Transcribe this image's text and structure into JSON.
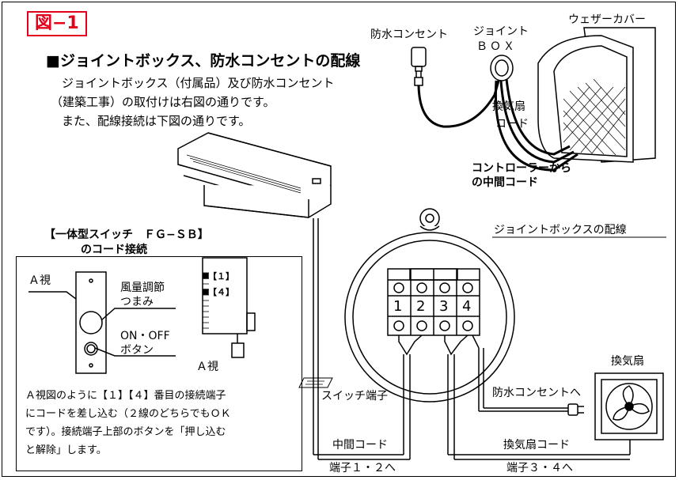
{
  "figure_label": "図−1",
  "heading": "■ジョイントボックス、防水コンセントの配線",
  "intro": {
    "line1": "ジョイントボックス（付属品）及び防水コンセント",
    "line2": "（建築工事）の取付けは右図の通りです。",
    "line3": "また、配線接続は下図の通りです。"
  },
  "top_right": {
    "waterproof_outlet": "防水コンセント",
    "joint_box_line1": "ジョイント",
    "joint_box_line2": "ＢＯＸ",
    "weather_cover": "ウェザーカバー",
    "fan_cord_line1": "換気扇",
    "fan_cord_line2": "コード",
    "controller_cord_line1": "コントローラーから",
    "controller_cord_line2": "の中間コード"
  },
  "switch_section": {
    "title_line1": "【一体型スイッチ　ＦＧ−ＳＢ】",
    "title_line2": "のコード接続",
    "view_a": "Ａ視",
    "air_volume_line1": "風量調節",
    "air_volume_line2": "つまみ",
    "onoff_line1": "ON・OFF",
    "onoff_line2": "ボタン",
    "terminal_1": "【１】",
    "terminal_4": "【４】",
    "view_a_bottom": "Ａ視",
    "note_line1": "Ａ視図のように【１】【４】番目の接続端子",
    "note_line2": "にコードを差し込む（２線のどちらでもＯＫ",
    "note_line3": "です）。接続端子上部のボタンを「押し込む",
    "note_line4": "と解除」します。"
  },
  "joint_box_section": {
    "title": "ジョイントボックスの配線",
    "terminals": [
      "1",
      "2",
      "3",
      "4"
    ],
    "switch_terminal": "スイッチ端子",
    "to_outlet": "防水コンセントへ",
    "fan": "換気扇",
    "intermediate_cord": "中間コード",
    "fan_cord": "換気扇コード",
    "to_terminals_12": "端子１・２へ",
    "to_terminals_34": "端子３・４へ"
  }
}
